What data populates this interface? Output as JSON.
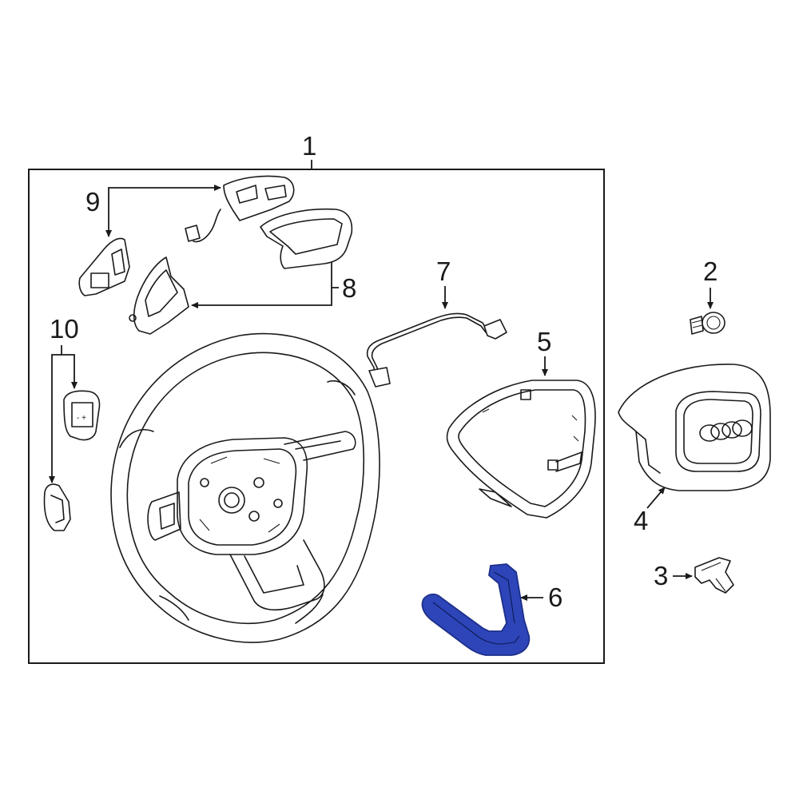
{
  "callouts": {
    "c1": "1",
    "c2": "2",
    "c3": "3",
    "c4": "4",
    "c5": "5",
    "c6": "6",
    "c7": "7",
    "c8": "8",
    "c9": "9",
    "c10": "10"
  },
  "colors": {
    "highlight": "#2d45b8",
    "highlight_edge": "#1d2f8a",
    "line": "#1a1a1a"
  }
}
